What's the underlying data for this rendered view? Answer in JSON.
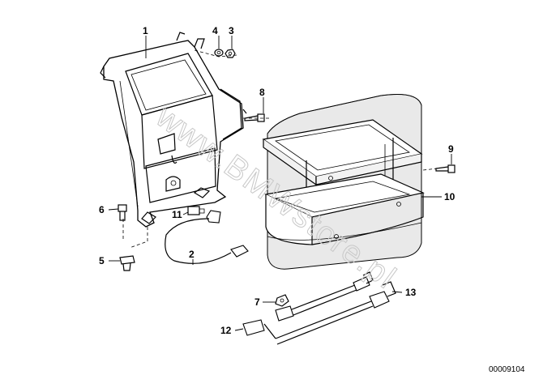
{
  "diagram": {
    "watermark": "www.BMWstore.pl",
    "catalog_number": "00009104",
    "callouts": [
      "1",
      "2",
      "3",
      "4",
      "5",
      "6",
      "7",
      "8",
      "9",
      "10",
      "11",
      "12",
      "13"
    ]
  }
}
